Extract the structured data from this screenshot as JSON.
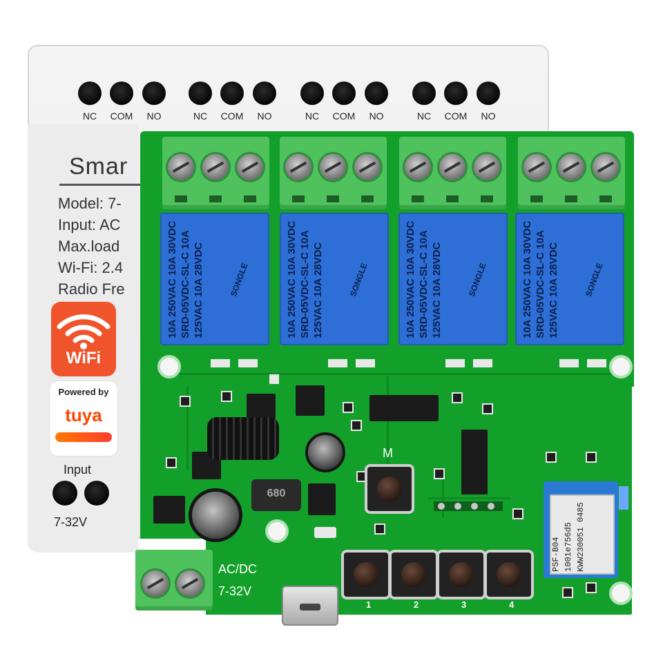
{
  "enclosure": {
    "terminal_groups": [
      {
        "labels": [
          "NC",
          "COM",
          "NO"
        ]
      },
      {
        "labels": [
          "NC",
          "COM",
          "NO"
        ]
      },
      {
        "labels": [
          "NC",
          "COM",
          "NO"
        ]
      },
      {
        "labels": [
          "NC",
          "COM",
          "NO"
        ]
      }
    ],
    "brand": "Smar",
    "specs": [
      "Model:  7-",
      "Input:  AC",
      "Max.load",
      "Wi-Fi:  2.4",
      "Radio Fre"
    ],
    "input_label": "Input",
    "voltage_label": "7-32V"
  },
  "badges": {
    "wifi": {
      "text": "WiFi",
      "color": "#f0542c",
      "icon": "wifi-icon"
    },
    "tuya": {
      "powered_by": "Powered by",
      "logo": "tuya",
      "color": "#ff4800"
    }
  },
  "pcb": {
    "color": "#13a02a",
    "relays": [
      {
        "model_text": "10A 250VAC 10A 30VDC SRD-05VDC-SL-C 10A 125VAC 10A 28VDC",
        "brand": "SONGLE"
      },
      {
        "model_text": "10A 250VAC 10A 30VDC SRD-05VDC-SL-C 10A 125VAC 10A 28VDC",
        "brand": "SONGLE"
      },
      {
        "model_text": "10A 250VAC 10A 30VDC SRD-05VDC-SL-C 10A 125VAC 10A 28VDC",
        "brand": "SONGLE"
      },
      {
        "model_text": "10A 250VAC 10A 30VDC SRD-05VDC-SL-C 10A 125VAC 10A 28VDC",
        "brand": "SONGLE"
      }
    ],
    "mode_label": "M",
    "power_label_1": "AC/DC",
    "power_label_2": "7-32V",
    "button_labels": [
      "1",
      "2",
      "3",
      "4"
    ],
    "inductor_marking": "680",
    "module_text": "PSF-B04 1001e756d5 KWW230051 0485"
  }
}
